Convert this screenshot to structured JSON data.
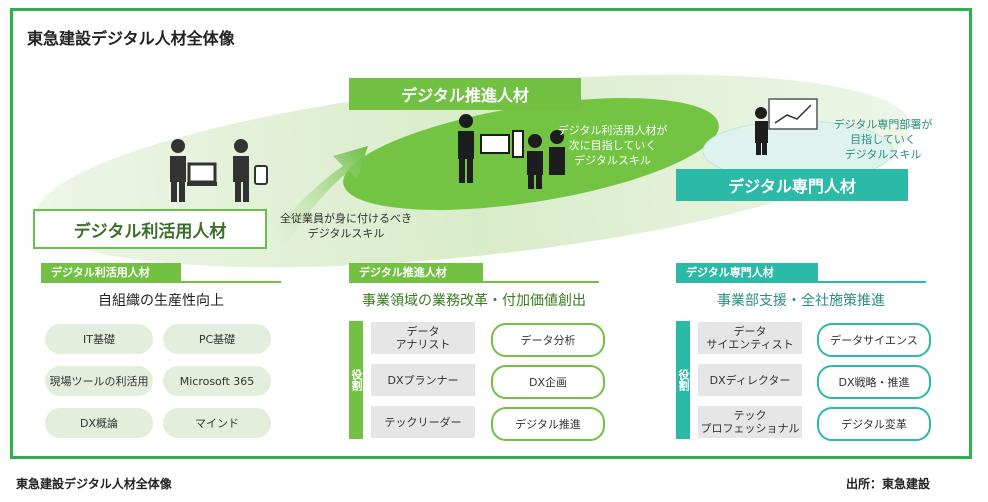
{
  "title": "東急建設デジタル人材全体像",
  "top": {
    "user_label": "デジタル利活用人材",
    "promo_label": "デジタル推進人材",
    "expert_label": "デジタル専門人材",
    "user_note": "全従業員が身に付けるべき\nデジタルスキル",
    "promo_note": "デジタル利活用人材が\n次に目指していく\nデジタルスキル",
    "expert_note": "デジタル専門部署が\n目指していく\nデジタルスキル"
  },
  "sections": {
    "user": {
      "tab": "デジタル利活用人材",
      "subtitle": "自組織の生産性向上",
      "pills": [
        "IT基礎",
        "PC基礎",
        "現場ツールの利活用",
        "Microsoft 365",
        "DX概論",
        "マインド"
      ]
    },
    "promo": {
      "tab": "デジタル推進人材",
      "subtitle": "事業領域の業務改革・付加価値創出",
      "role_label": "役割",
      "rows": [
        {
          "role": "データ\nアナリスト",
          "skill": "データ分析"
        },
        {
          "role": "DXプランナー",
          "skill": "DX企画"
        },
        {
          "role": "テックリーダー",
          "skill": "デジタル推進"
        }
      ]
    },
    "expert": {
      "tab": "デジタル専門人材",
      "subtitle": "事業部支援・全社施策推進",
      "role_label": "役割",
      "rows": [
        {
          "role": "データ\nサイエンティスト",
          "skill": "データサイエンス"
        },
        {
          "role": "DXディレクター",
          "skill": "DX戦略・推進"
        },
        {
          "role": "テック\nプロフェッショナル",
          "skill": "デジタル変革"
        }
      ]
    }
  },
  "footer": {
    "caption_left": "東急建設デジタル人材全体像",
    "caption_right": "出所：東急建設"
  },
  "colors": {
    "frame": "#2fb04a",
    "green": "#72c142",
    "teal": "#2cbaa8",
    "light_green": "#e3efdc"
  }
}
